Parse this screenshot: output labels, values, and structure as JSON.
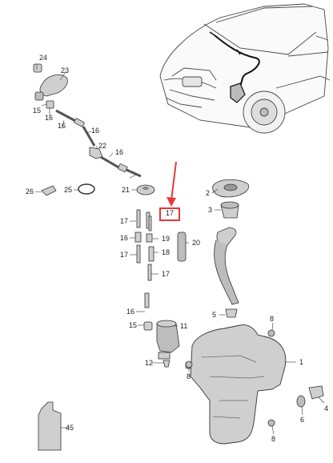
{
  "highlight_color": "#e53935",
  "part_fill": "#cfcfcf",
  "line_color": "#333333",
  "labels": {
    "l24": "24",
    "l23": "23",
    "l15a": "15",
    "l16a": "16",
    "l16b": "16",
    "l22": "22",
    "l16c": "16",
    "l26": "26",
    "l25": "25",
    "l21": "21",
    "l2": "2",
    "l3": "3",
    "l17a": "17",
    "l17hl": "17",
    "l16d": "16",
    "l19": "19",
    "l20": "20",
    "l17b": "17",
    "l18": "18",
    "l17c": "17",
    "l16e": "16",
    "l5": "5",
    "l8a": "8",
    "l15b": "15",
    "l11": "11",
    "l1": "1",
    "l12": "12",
    "l8b": "8",
    "l4": "4",
    "l6": "6",
    "l8c": "8",
    "l45": "45"
  }
}
